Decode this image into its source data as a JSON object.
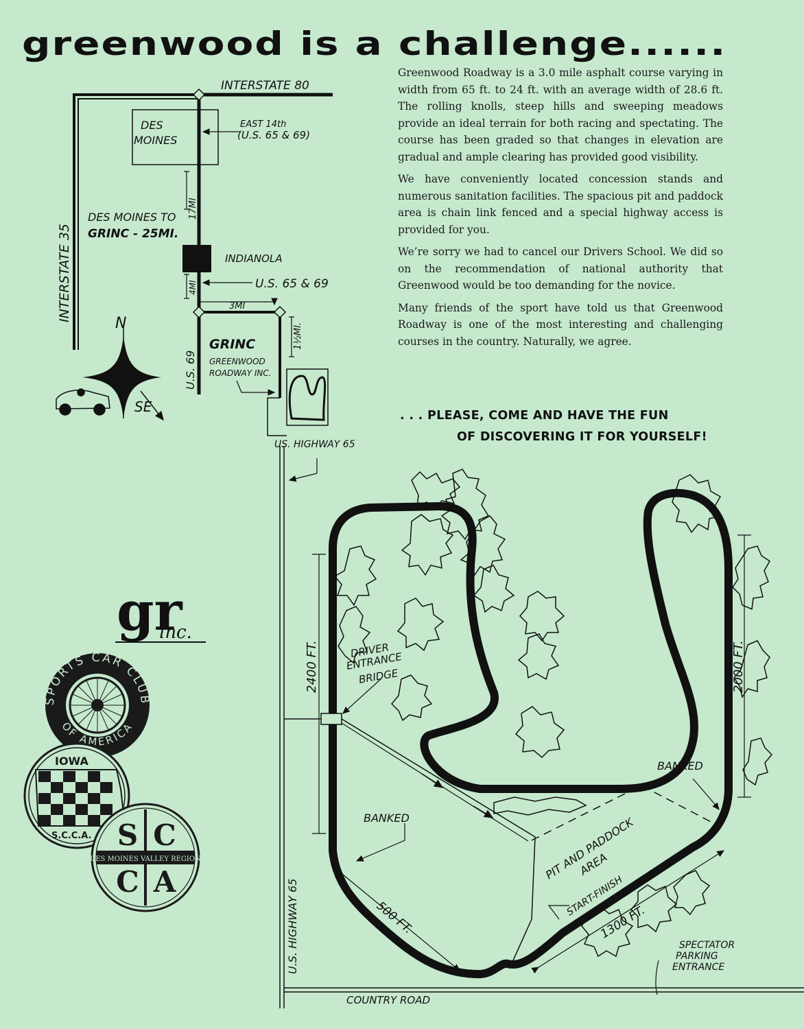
{
  "headline": "greenwood is a challenge......",
  "body_paragraphs": [
    "Greenwood Roadway is a 3.0 mile asphalt course varying in width from 65 ft. to 24 ft. with an average width of 28.6 ft. The rolling knolls, steep hills and sweeping meadows provide an ideal terrain for both racing and spectating. The course has been graded so that changes in elevation are gradual and ample clearing has provided good visibility.",
    "We have conveniently located concession stands and numerous sanitation facilities. The spacious pit and paddock area is chain link fenced and a special highway access is provided for you.",
    "We’re sorry we had to cancel our Drivers School. We did so on the recommendation of national authority that Greenwood would be too demanding for the novice.",
    "Many friends of the sport have told us that Greenwood Roadway is one of the most interesting and challenging courses in the country. Naturally, we agree."
  ],
  "cta_line1": ". . . PLEASE, COME AND HAVE THE FUN",
  "cta_line2": "OF DISCOVERING IT FOR YOURSELF!",
  "map_labels": {
    "interstate80": "INTERSTATE 80",
    "interstate35": "INTERSTATE 35",
    "des_moines": [
      "DES",
      "MOINES"
    ],
    "east14": [
      "EAST 14th",
      "(U.S. 65 & 69)"
    ],
    "dm_to_grinc": [
      "DES MOINES TO",
      "GRINC - 25MI."
    ],
    "dist17": "17MI",
    "indianola": "INDIANOLA",
    "us6569": "U.S. 65 & 69",
    "dist4": "4MI",
    "dist3": "3MI",
    "dist15": "1½MI.",
    "grinc": "GRINC",
    "greenwood_inc": [
      "GREENWOOD",
      "ROADWAY INC."
    ],
    "us69": "U.S. 69",
    "us_highway65": "US. HIGHWAY 65",
    "north": "N",
    "southeast": "SE"
  },
  "track_labels": {
    "len2400": "2400 FT.",
    "len2000": "2000 FT.",
    "len500": "500 FT.",
    "len1300": "1300 FT.",
    "bridge": [
      "DRIVER",
      "ENTRANCE",
      "BRIDGE"
    ],
    "banked_left": "BANKED",
    "banked_right": "BANKED",
    "pit": [
      "PIT AND PADDOCK",
      "AREA"
    ],
    "start_finish": "START-FINISH",
    "spectator": [
      "SPECTATOR",
      "PARKING",
      "ENTRANCE"
    ],
    "country_road": "COUNTRY ROAD",
    "highway65": "U.S. HIGHWAY 65"
  },
  "logos": {
    "gr_letters": "gr",
    "gr_inc": "inc.",
    "sccoa_top": "SPORTS CAR CLUB",
    "sccoa_bottom": "OF AMERICA",
    "iowa": "IOWA",
    "scca_small": "S.C.C.A.",
    "scca_letters": [
      "S",
      "C",
      "C",
      "A"
    ],
    "region": "DES MOINES VALLEY REGION"
  },
  "colors": {
    "paper": "#c6e9ce",
    "ink": "#111111"
  }
}
